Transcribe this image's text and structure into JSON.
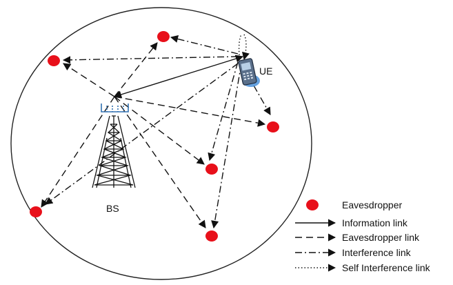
{
  "nodes": {
    "bs_label": "BS",
    "ue_label": "UE"
  },
  "legend": {
    "eavesdropper": "Eavesdropper",
    "information_link": "Information link",
    "eavesdropper_link": "Eavesdropper link",
    "interference_link": "Interference link",
    "self_interference_link": "Self Interference link"
  },
  "colors": {
    "eavesdropper": "#e8101a",
    "line": "#111111",
    "ue_glow": "#4a90d9",
    "antenna": "#2f6fb0"
  }
}
